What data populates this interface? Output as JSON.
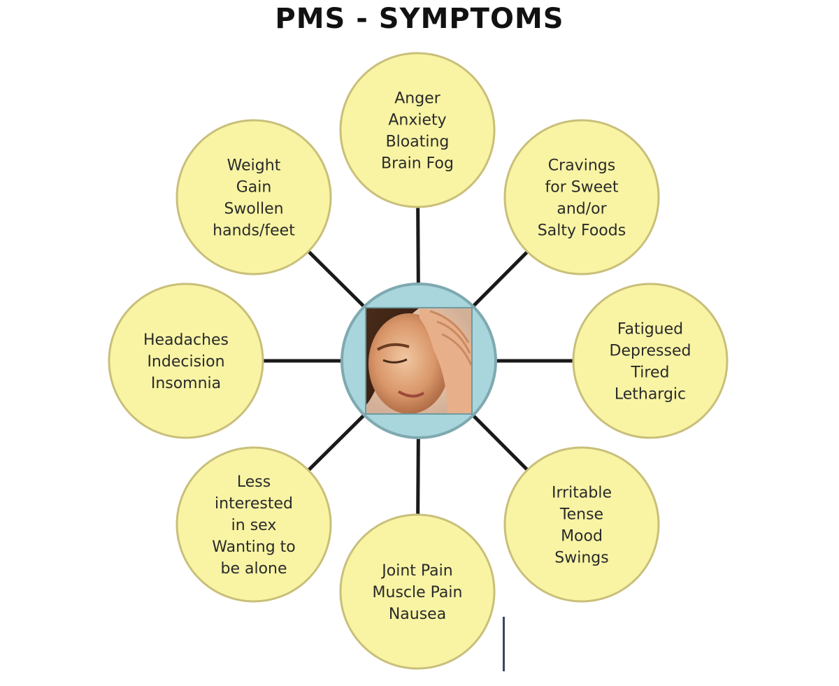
{
  "title": "PMS - SYMPTOMS",
  "colors": {
    "bubble_fill": "#f8f4a4",
    "bubble_stroke": "#c9bf7a",
    "center_fill": "#a9d5dc",
    "center_stroke": "#7fa9b0",
    "spoke": "#1a1a1a"
  },
  "center": {
    "image": "woman-with-headache-photo"
  },
  "bubbles": [
    {
      "id": "top",
      "lines": [
        "Anger",
        "Anxiety",
        "Bloating",
        "Brain Fog"
      ]
    },
    {
      "id": "top-right",
      "lines": [
        "Cravings",
        "for Sweet",
        "and/or",
        "Salty Foods"
      ]
    },
    {
      "id": "right",
      "lines": [
        "Fatigued",
        "Depressed",
        "Tired",
        "Lethargic"
      ]
    },
    {
      "id": "bottom-right",
      "lines": [
        "Irritable",
        "Tense",
        "Mood",
        "Swings"
      ]
    },
    {
      "id": "bottom",
      "lines": [
        "Joint Pain",
        "Muscle Pain",
        "Nausea"
      ]
    },
    {
      "id": "bottom-left",
      "lines": [
        "Less",
        "interested",
        "in sex",
        "Wanting to",
        "be alone"
      ]
    },
    {
      "id": "left",
      "lines": [
        "Headaches",
        "Indecision",
        "Insomnia"
      ]
    },
    {
      "id": "top-left",
      "lines": [
        "Weight",
        "Gain",
        "Swollen",
        "hands/feet"
      ]
    }
  ]
}
